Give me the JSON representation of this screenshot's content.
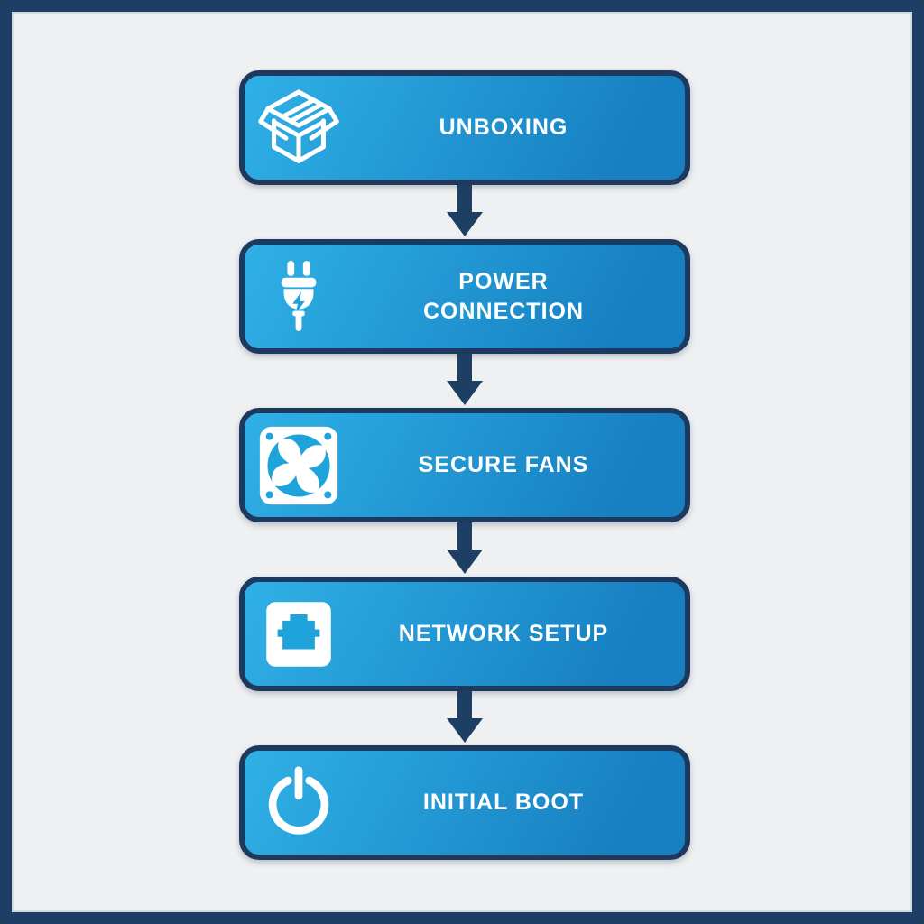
{
  "page": {
    "background_color": "#eff0f1",
    "frame_border_color": "#1e3e66"
  },
  "flow": {
    "type": "flowchart",
    "direction": "vertical",
    "box_gradient_start": "#2fb1e6",
    "box_gradient_end": "#1780c2",
    "box_border_color": "#1d3a5e",
    "arrow_color": "#1d3f63",
    "label_color": "#ffffff",
    "icon_cutout_color": "#1fa3db",
    "steps": [
      {
        "label_lines": [
          "UNBOXING"
        ],
        "icon": "open-box-icon"
      },
      {
        "label_lines": [
          "POWER",
          "CONNECTION"
        ],
        "icon": "power-plug-icon"
      },
      {
        "label_lines": [
          "SECURE FANS"
        ],
        "icon": "cooling-fan-icon"
      },
      {
        "label_lines": [
          "NETWORK SETUP"
        ],
        "icon": "ethernet-port-icon"
      },
      {
        "label_lines": [
          "INITIAL BOOT"
        ],
        "icon": "power-button-icon"
      }
    ]
  }
}
